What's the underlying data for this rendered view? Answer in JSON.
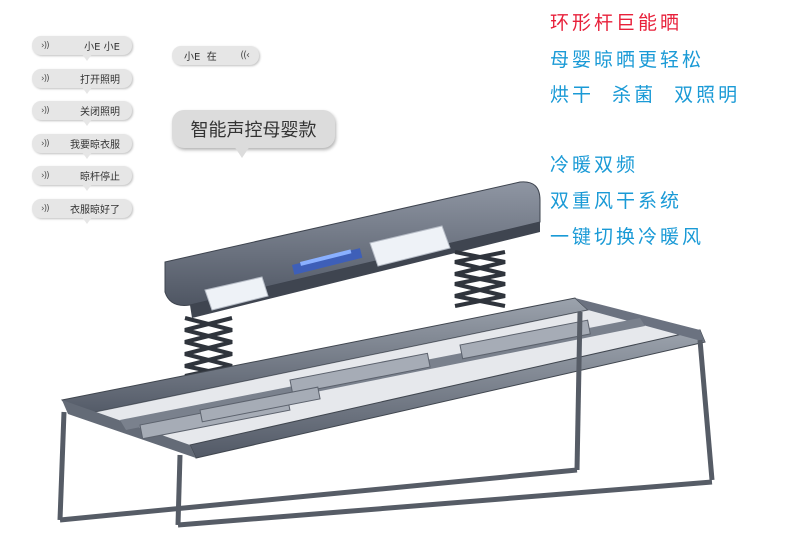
{
  "voice_commands": [
    {
      "text": "小E 小E"
    },
    {
      "text": "打开照明"
    },
    {
      "text": "关闭照明"
    },
    {
      "text": "我要晾衣服"
    },
    {
      "text": "晾杆停止"
    },
    {
      "text": "衣服晾好了"
    }
  ],
  "response_bubble": {
    "left": "小E",
    "right": "在"
  },
  "headline_bubble": "智能声控母婴款",
  "features": [
    {
      "text": "环形杆巨能晒",
      "color": "#e8203a"
    },
    {
      "text": "母婴晾晒更轻松",
      "color": "#1a9ad6"
    },
    {
      "text": "烘干  杀菌  双照明",
      "color": "#1a9ad6"
    },
    {
      "text": "冷暖双频",
      "color": "#1a9ad6"
    },
    {
      "text": "双重风干系统",
      "color": "#1a9ad6"
    },
    {
      "text": "一键切换冷暖风",
      "color": "#1a9ad6"
    }
  ],
  "wave_glyph": "›))"
}
